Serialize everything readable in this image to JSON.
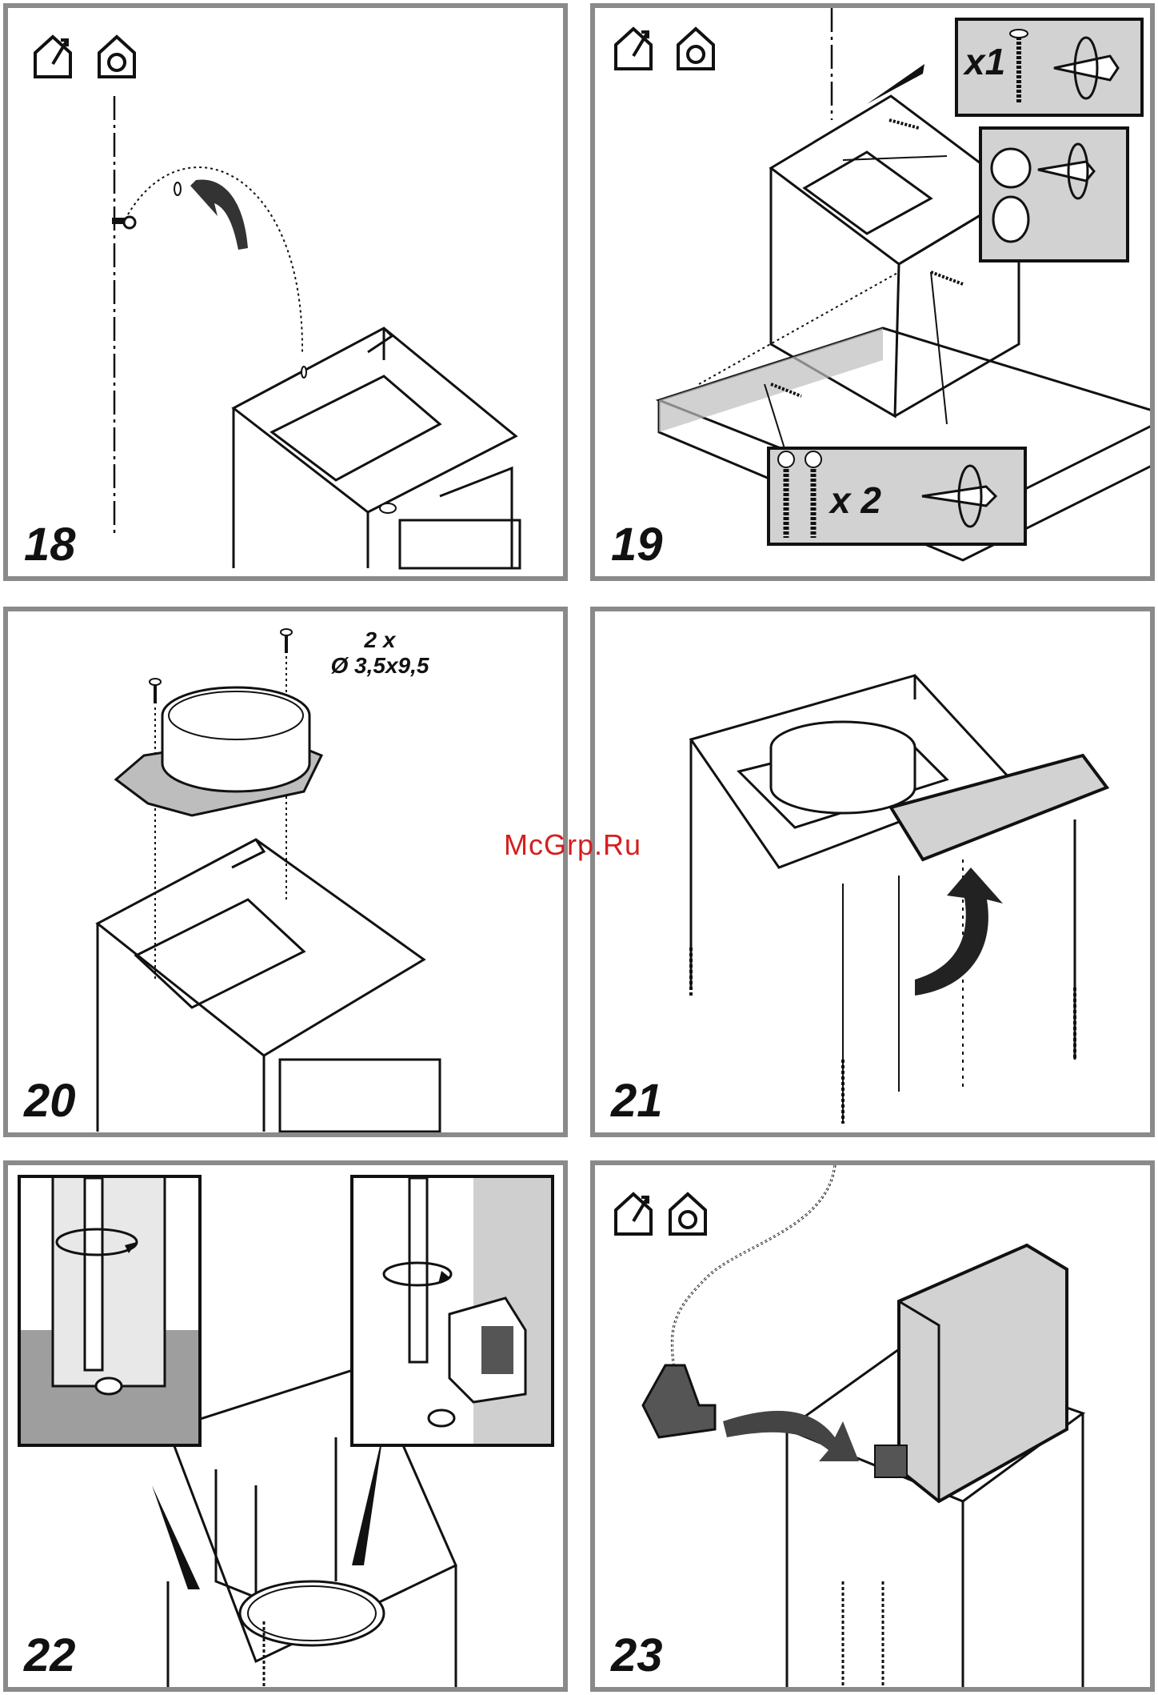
{
  "watermark": "McGrp.Ru",
  "panels": [
    {
      "step": "18",
      "icons": [
        "duct-out-house-icon",
        "recirculation-house-icon"
      ]
    },
    {
      "step": "19",
      "icons": [
        "duct-out-house-icon",
        "recirculation-house-icon"
      ],
      "callout_top": "x1",
      "callout_bottom": "x 2"
    },
    {
      "step": "20",
      "screw_spec_line1": "2 x",
      "screw_spec_line2": "Ø 3,5x9,5"
    },
    {
      "step": "21"
    },
    {
      "step": "22"
    },
    {
      "step": "23",
      "icons": [
        "duct-out-house-icon",
        "recirculation-house-icon"
      ]
    }
  ]
}
